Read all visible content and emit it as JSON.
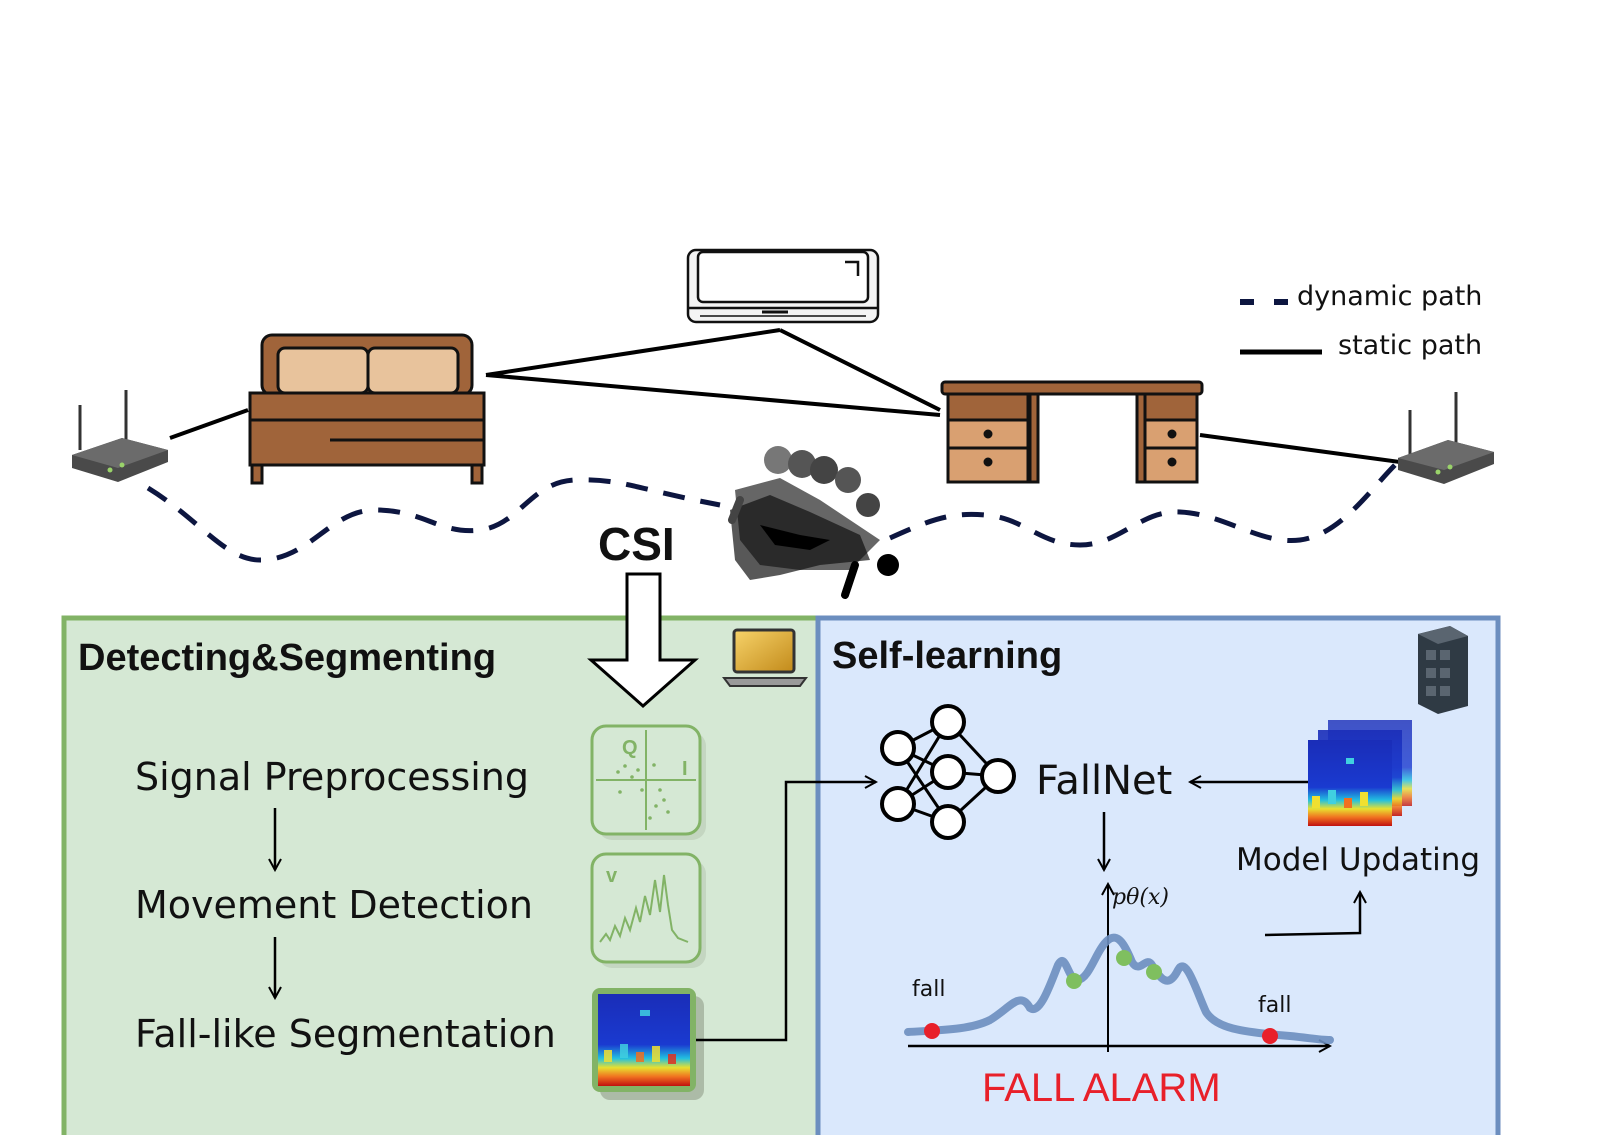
{
  "legend": {
    "dynamic_label": "dynamic path",
    "static_label": "static path"
  },
  "csi_label": "CSI",
  "left_panel": {
    "title": "Detecting&Segmenting",
    "steps": [
      "Signal Preprocessing",
      "Movement Detection",
      "Fall-like Segmentation"
    ],
    "iq_q": "Q",
    "iq_i": "I",
    "velocity_v": "v"
  },
  "right_panel": {
    "title": "Self-learning",
    "model_name": "FallNet",
    "update_label": "Model Updating",
    "density_label": "pθ(x)",
    "fall_left": "fall",
    "fall_right": "fall",
    "alarm": "FALL ALARM"
  },
  "colors": {
    "left_fill": "#d5e8d4",
    "left_border": "#82b366",
    "right_fill": "#dae8fc",
    "right_border": "#6c8ebf",
    "dynamic_path": "#0d1640",
    "alarm": "#e8202a",
    "curve": "#6c8ebf",
    "fall_point": "#e8202a",
    "normal_point": "#7fbf5f"
  }
}
